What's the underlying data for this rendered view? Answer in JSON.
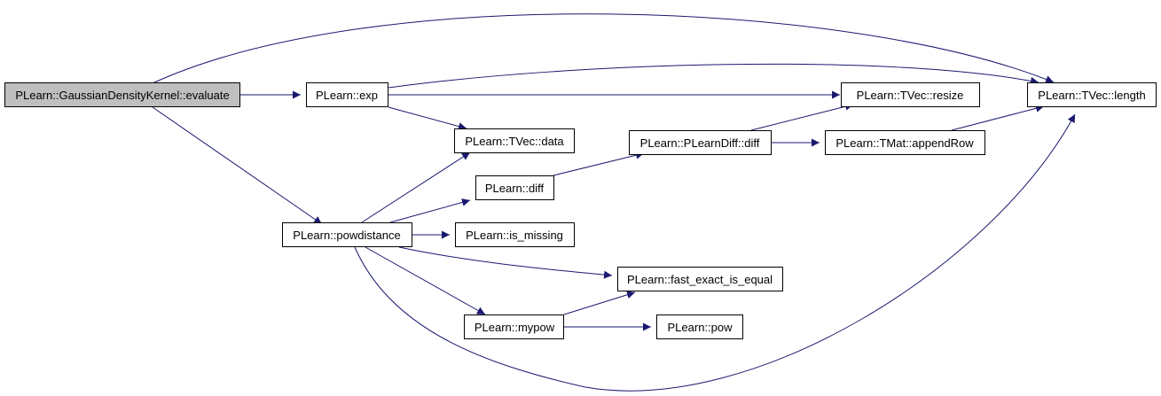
{
  "graph": {
    "nodes": [
      {
        "id": "evaluate",
        "label": "PLearn::GaussianDensityKernel::evaluate",
        "root": true
      },
      {
        "id": "exp",
        "label": "PLearn::exp"
      },
      {
        "id": "powdistance",
        "label": "PLearn::powdistance"
      },
      {
        "id": "tvec_data",
        "label": "PLearn::TVec::data"
      },
      {
        "id": "diff",
        "label": "PLearn::diff"
      },
      {
        "id": "is_missing",
        "label": "PLearn::is_missing"
      },
      {
        "id": "fast_exact_is_equal",
        "label": "PLearn::fast_exact_is_equal"
      },
      {
        "id": "mypow",
        "label": "PLearn::mypow"
      },
      {
        "id": "pow",
        "label": "PLearn::pow"
      },
      {
        "id": "plearndiff_diff",
        "label": "PLearn::PLearnDiff::diff"
      },
      {
        "id": "tvec_resize",
        "label": "PLearn::TVec::resize"
      },
      {
        "id": "tmat_appendrow",
        "label": "PLearn::TMat::appendRow"
      },
      {
        "id": "tvec_length",
        "label": "PLearn::TVec::length"
      }
    ],
    "edges": [
      {
        "from": "evaluate",
        "to": "exp"
      },
      {
        "from": "evaluate",
        "to": "tvec_length"
      },
      {
        "from": "evaluate",
        "to": "powdistance"
      },
      {
        "from": "exp",
        "to": "tvec_length"
      },
      {
        "from": "exp",
        "to": "tvec_resize"
      },
      {
        "from": "exp",
        "to": "tvec_data"
      },
      {
        "from": "powdistance",
        "to": "tvec_data"
      },
      {
        "from": "powdistance",
        "to": "diff"
      },
      {
        "from": "powdistance",
        "to": "is_missing"
      },
      {
        "from": "powdistance",
        "to": "fast_exact_is_equal"
      },
      {
        "from": "powdistance",
        "to": "mypow"
      },
      {
        "from": "powdistance",
        "to": "tvec_length"
      },
      {
        "from": "diff",
        "to": "plearndiff_diff"
      },
      {
        "from": "plearndiff_diff",
        "to": "tvec_resize"
      },
      {
        "from": "plearndiff_diff",
        "to": "tmat_appendrow"
      },
      {
        "from": "tmat_appendrow",
        "to": "tvec_length"
      },
      {
        "from": "mypow",
        "to": "fast_exact_is_equal"
      },
      {
        "from": "mypow",
        "to": "pow"
      }
    ]
  }
}
